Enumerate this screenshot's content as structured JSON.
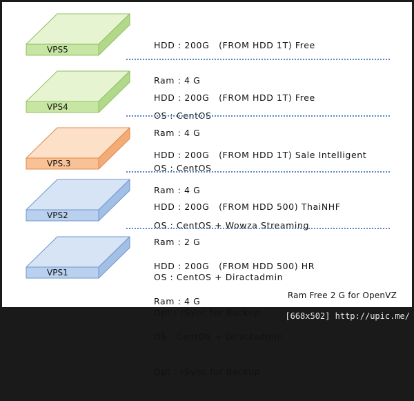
{
  "servers": [
    {
      "name": "VPS5",
      "color": "green",
      "lines": [
        "HDD : 200G   (FROM HDD 1T) Free",
        "Ram : 4 G",
        "OS : CentOS"
      ]
    },
    {
      "name": "VPS4",
      "color": "green",
      "lines": [
        "HDD : 200G   (FROM HDD 1T) Free",
        "Ram : 4 G",
        "OS : CentOS"
      ]
    },
    {
      "name": "VPS.3",
      "color": "orange",
      "lines": [
        "HDD : 200G   (FROM HDD 1T) Sale Intelligent",
        "Ram : 4 G",
        "OS : CentOS + Wowza Streaming"
      ]
    },
    {
      "name": "VPS2",
      "color": "blue",
      "lines": [
        "HDD : 200G   (FROM HDD 500) ThaiNHF",
        "Ram : 2 G",
        "OS : CentOS + Diractadmin",
        "Opt : rSync for Backup"
      ]
    },
    {
      "name": "VPS1",
      "color": "blue",
      "lines": [
        "HDD : 200G   (FROM HDD 500) HR",
        "Ram : 4 G",
        "OS : CentOS + Diractadmin",
        "Opt : rSync for Backup"
      ]
    }
  ],
  "colors": {
    "green": {
      "top": "#e6f4d2",
      "front": "#c7e6a3",
      "side": "#b2d98a",
      "stroke": "#8fbf63"
    },
    "orange": {
      "top": "#fde0c8",
      "front": "#f8c296",
      "side": "#f3ac75",
      "stroke": "#e08a49"
    },
    "blue": {
      "top": "#d6e4f6",
      "front": "#b9d0ee",
      "side": "#a2bfe6",
      "stroke": "#6f96cd"
    }
  },
  "footer": "Ram Free 2 G for OpenVZ",
  "credit": "[668x502] http://upic.me/"
}
